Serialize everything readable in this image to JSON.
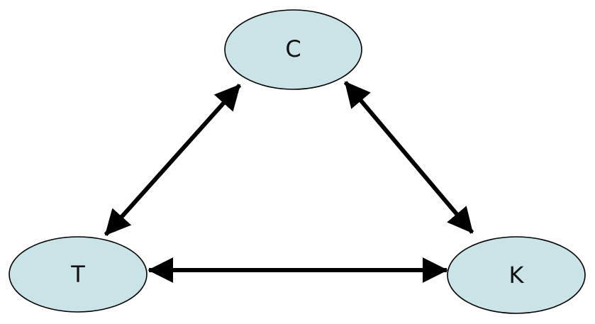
{
  "colors": {
    "node_fill": "#c9e3e6",
    "node_stroke": "#000000",
    "edge": "#000000",
    "background": "#ffffff"
  },
  "nodes": {
    "c": {
      "label": "C"
    },
    "t": {
      "label": "T"
    },
    "k": {
      "label": "K"
    }
  },
  "edges": [
    {
      "from": "C",
      "to": "T",
      "direction": "bidirectional"
    },
    {
      "from": "C",
      "to": "K",
      "direction": "bidirectional"
    },
    {
      "from": "T",
      "to": "K",
      "direction": "bidirectional"
    }
  ]
}
